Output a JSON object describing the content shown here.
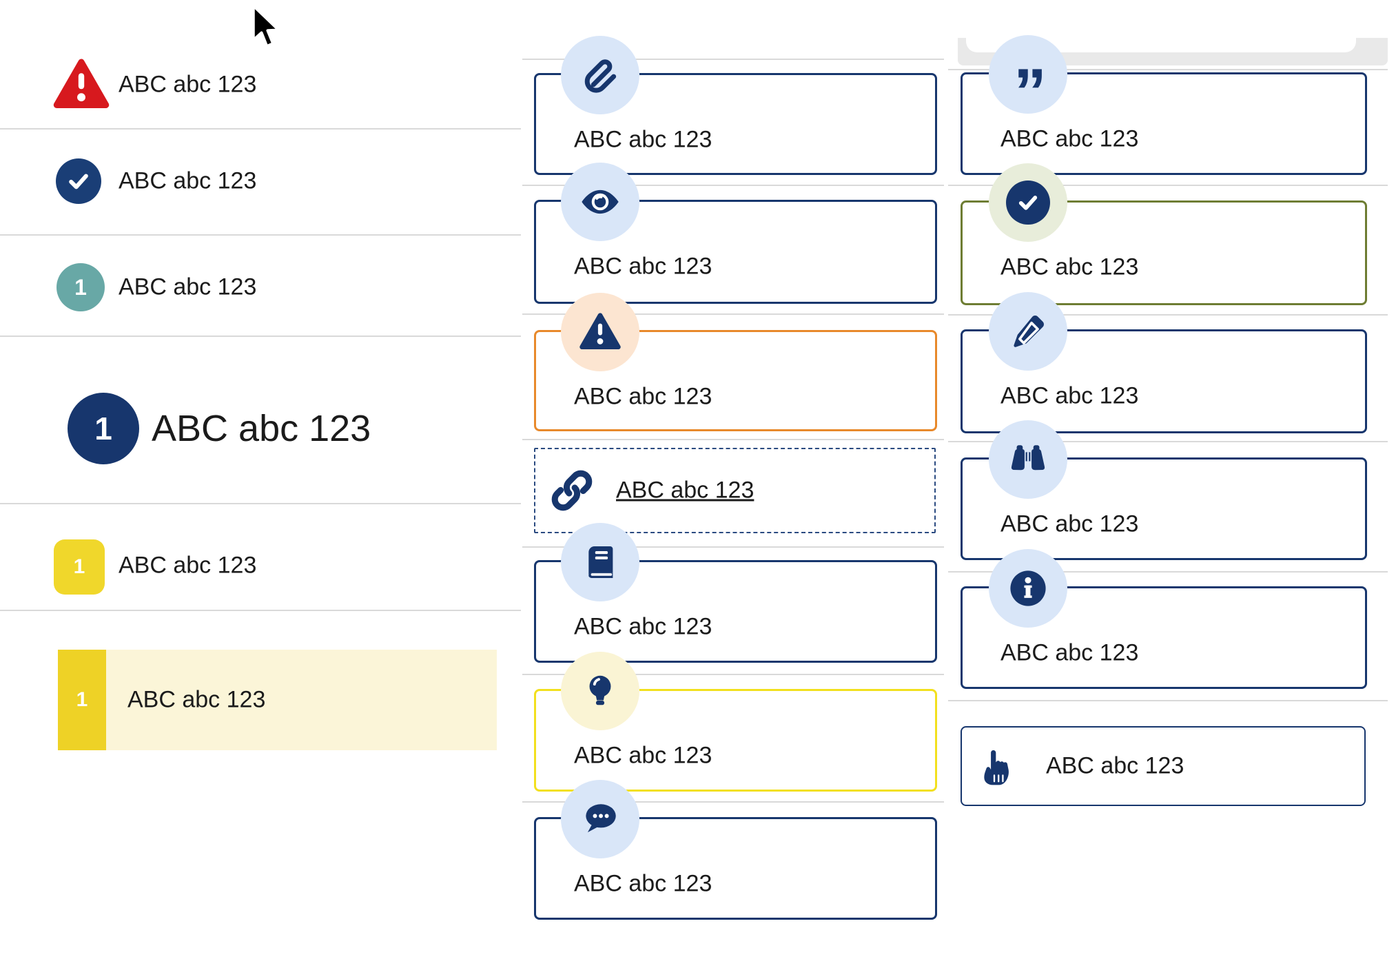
{
  "colors": {
    "navy": "#17366d",
    "navy_check_circle": "#1a3e76",
    "light_blue_badge": "#d9e6f8",
    "peach_badge": "#fce5d1",
    "pale_green_badge": "#e8edda",
    "pale_yellow_badge": "#faf4d4",
    "olive_border": "#6e7d33",
    "orange_border": "#e8892b",
    "yellow_border": "#f2e01e",
    "red_warning": "#d7191e",
    "teal_badge": "#68a8a6",
    "yellow_square": "#f0d72b",
    "yellow_block": "#eed226",
    "pale_yellow_row": "#fbf5d8",
    "divider_gray": "#d9d9d9",
    "top_bar_gray": "#e9e9e9",
    "text": "#1b1b1b"
  },
  "left": {
    "items": [
      {
        "icon": "warning-triangle-icon",
        "label": "ABC abc 123"
      },
      {
        "icon": "check-circle-icon",
        "label": "ABC abc 123"
      },
      {
        "icon": "teal-number-badge",
        "number": "1",
        "label": "ABC abc 123"
      },
      {
        "icon": "navy-number-badge-large",
        "number": "1",
        "label": "ABC abc 123"
      },
      {
        "icon": "yellow-number-square",
        "number": "1",
        "label": "ABC abc 123"
      },
      {
        "icon": "yellow-number-block",
        "number": "1",
        "label": "ABC abc 123"
      }
    ]
  },
  "middle": {
    "cards": [
      {
        "icon": "paperclip-icon",
        "label": "ABC abc 123"
      },
      {
        "icon": "eye-icon",
        "label": "ABC abc 123"
      },
      {
        "icon": "warning-triangle-icon",
        "label": "ABC abc 123"
      },
      {
        "icon": "link-icon",
        "label": "ABC abc 123"
      },
      {
        "icon": "book-icon",
        "label": "ABC abc 123"
      },
      {
        "icon": "lightbulb-icon",
        "label": "ABC abc 123"
      },
      {
        "icon": "chat-bubble-icon",
        "label": "ABC abc 123"
      }
    ]
  },
  "right": {
    "cards": [
      {
        "icon": "quote-icon",
        "label": "ABC abc 123"
      },
      {
        "icon": "check-circle-icon",
        "label": "ABC abc 123"
      },
      {
        "icon": "pencil-icon",
        "label": "ABC abc 123"
      },
      {
        "icon": "binoculars-icon",
        "label": "ABC abc 123"
      },
      {
        "icon": "info-icon",
        "label": "ABC abc 123"
      }
    ],
    "button": {
      "icon": "hand-pointer-icon",
      "label": "ABC abc 123"
    }
  }
}
